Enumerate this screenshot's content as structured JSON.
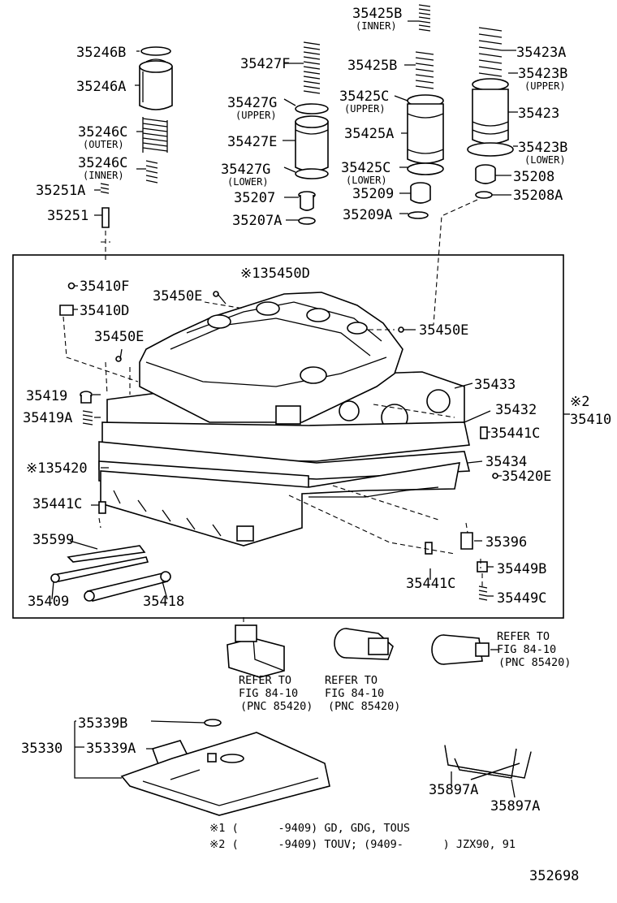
{
  "diagram_id": "352698",
  "labels": {
    "p35425B_top": "35425B",
    "inner_top": "(INNER)",
    "p35246B": "35246B",
    "p35427F": "35427F",
    "p35423A": "35423A",
    "p35246A": "35246A",
    "p35425B": "35425B",
    "p35423B": "35423B",
    "upper_35423B": "(UPPER)",
    "p35427G_u": "35427G",
    "upper_35427G": "(UPPER)",
    "p35425C_u": "35425C",
    "upper_35425C": "(UPPER)",
    "p35423": "35423",
    "p35246C_o": "35246C",
    "outer_35246C": "(OUTER)",
    "p35427E": "35427E",
    "p35425A": "35425A",
    "p35423B_l": "35423B",
    "lower_35423B": "(LOWER)",
    "p35246C_i": "35246C",
    "inner_35246C": "(INNER)",
    "p35427G_l": "35427G",
    "lower_35427G": "(LOWER)",
    "p35425C_l": "35425C",
    "lower_35425C": "(LOWER)",
    "p35208": "35208",
    "p35251A": "35251A",
    "p35207": "35207",
    "p35209": "35209",
    "p35208A": "35208A",
    "p35251": "35251",
    "p35207A": "35207A",
    "p35209A": "35209A",
    "p135450D": "※135450D",
    "p35410F": "35410F",
    "p35450E_a": "35450E",
    "p35410D": "35410D",
    "p35450E_b": "35450E",
    "p35450E_c": "35450E",
    "p35433": "35433",
    "mark2": "※2",
    "p35419": "35419",
    "p35432": "35432",
    "p35410": "35410",
    "p35419A": "35419A",
    "p35441C_a": "35441C",
    "p135420": "※135420",
    "p35434": "35434",
    "p35420E": "35420E",
    "p35441C_b": "35441C",
    "p35599": "35599",
    "p35396": "35396",
    "p35449B": "35449B",
    "p35441C_c": "35441C",
    "p35409": "35409",
    "p35418": "35418",
    "p35449C": "35449C",
    "p35339B": "35339B",
    "p35330": "35330",
    "p35339A": "35339A",
    "p35897A_a": "35897A",
    "p35897A_b": "35897A"
  },
  "refer_1": [
    "REFER TO",
    "FIG 84-10",
    "(PNC 85420)"
  ],
  "refer_2": [
    "REFER TO",
    "FIG 84-10",
    "(PNC 85420)"
  ],
  "refer_3": [
    "REFER TO",
    "FIG 84-10",
    "(PNC 85420)"
  ],
  "notes": [
    "※1 (      -9409) GD, GDG, TOUS",
    "※2 (      -9409) TOUV; (9409-      ) JZX90, 91"
  ]
}
